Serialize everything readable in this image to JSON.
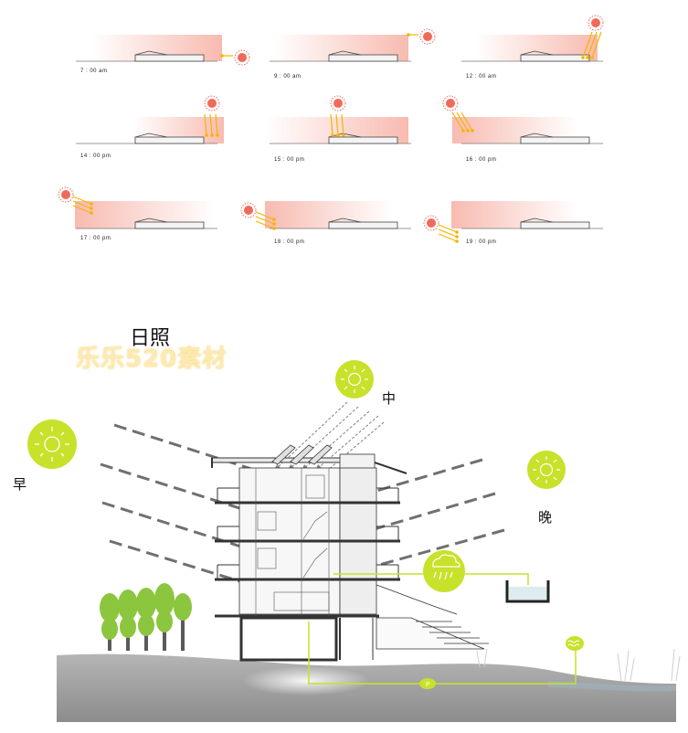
{
  "sun_study": {
    "panels": [
      {
        "time": "7 : 00  am"
      },
      {
        "time": "9 : 00  am"
      },
      {
        "time": "12 : 00  am"
      },
      {
        "time": "14 : 00  pm"
      },
      {
        "time": "15 : 00  pm"
      },
      {
        "time": "16 : 00  pm"
      },
      {
        "time": "17 : 00  pm"
      },
      {
        "time": "18 : 00  pm"
      },
      {
        "time": "19 : 00  pm"
      }
    ]
  },
  "section": {
    "title": "日照",
    "watermark": "乐乐520素材",
    "morning_label": "早",
    "noon_label": "中",
    "evening_label": "晚",
    "pump_label": "P"
  },
  "colors": {
    "sun": "#f06a5a",
    "sun_ray": "#f5b400",
    "shade_band": "#f7b7ac",
    "badge": "#c8e12a",
    "ground": "#a9a9a9",
    "tree": "#8cc63f",
    "pipe": "#c8e12a"
  },
  "icons": [
    "sun-icon",
    "rain-cloud-icon",
    "water-tank-icon",
    "tree-icon",
    "pump-icon",
    "water-icon"
  ]
}
